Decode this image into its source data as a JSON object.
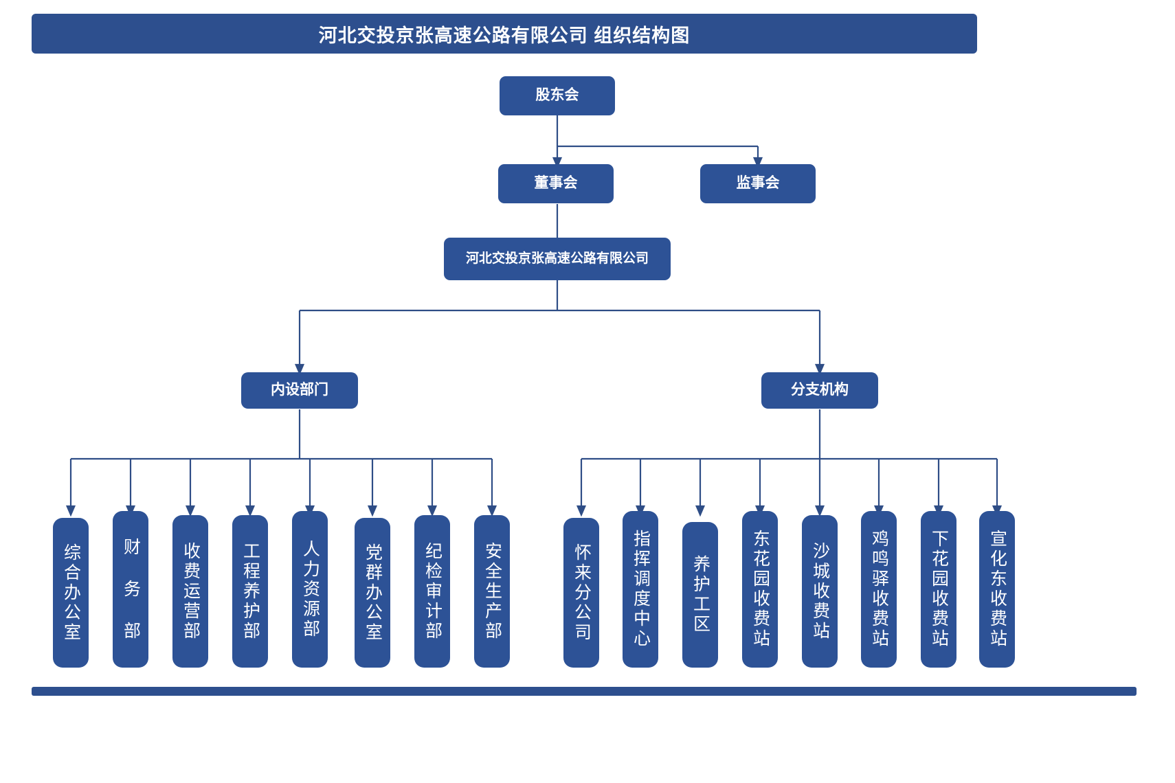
{
  "page": {
    "title": "河北交投京张高速公路有限公司 组织结构图",
    "accent_color": "#2d4f8e",
    "node_color": "#2d5296",
    "connector_color": "#2e4d86",
    "background_color": "#ffffff"
  },
  "chart_data": {
    "type": "diagram",
    "title": "河北交投京张高速公路有限公司 组织结构图",
    "nodes": [
      {
        "id": "shareholders",
        "label": "股东会",
        "level": 0
      },
      {
        "id": "board",
        "label": "董事会",
        "level": 1
      },
      {
        "id": "supervisors",
        "label": "监事会",
        "level": 1
      },
      {
        "id": "company",
        "label": "河北交投京张高速公路有限公司",
        "level": 2
      },
      {
        "id": "internal",
        "label": "内设部门",
        "level": 3
      },
      {
        "id": "branches",
        "label": "分支机构",
        "level": 3
      }
    ],
    "edges": [
      {
        "from": "shareholders",
        "to": "board"
      },
      {
        "from": "shareholders",
        "to": "supervisors"
      },
      {
        "from": "board",
        "to": "company"
      },
      {
        "from": "company",
        "to": "internal"
      },
      {
        "from": "company",
        "to": "branches"
      }
    ]
  },
  "top": {
    "shareholders": "股东会",
    "board": "董事会",
    "supervisors": "监事会",
    "company": "河北交投京张高速公路有限公司"
  },
  "groups": {
    "internal": "内设部门",
    "branches": "分支机构"
  },
  "internal_departments": [
    {
      "label": "综合办公室"
    },
    {
      "label": "财 务 部"
    },
    {
      "label": "收费运营部"
    },
    {
      "label": "工程养护部"
    },
    {
      "label": "人力资源部"
    },
    {
      "label": "党群办公室"
    },
    {
      "label": "纪检审计部"
    },
    {
      "label": "安全生产部"
    }
  ],
  "branch_units": [
    {
      "label": "怀来分公司"
    },
    {
      "label": "指挥调度中心"
    },
    {
      "label": "养护工区"
    },
    {
      "label": "东花园收费站"
    },
    {
      "label": "沙城收费站"
    },
    {
      "label": "鸡鸣驿收费站"
    },
    {
      "label": "下花园收费站"
    },
    {
      "label": "宣化东收费站"
    }
  ]
}
